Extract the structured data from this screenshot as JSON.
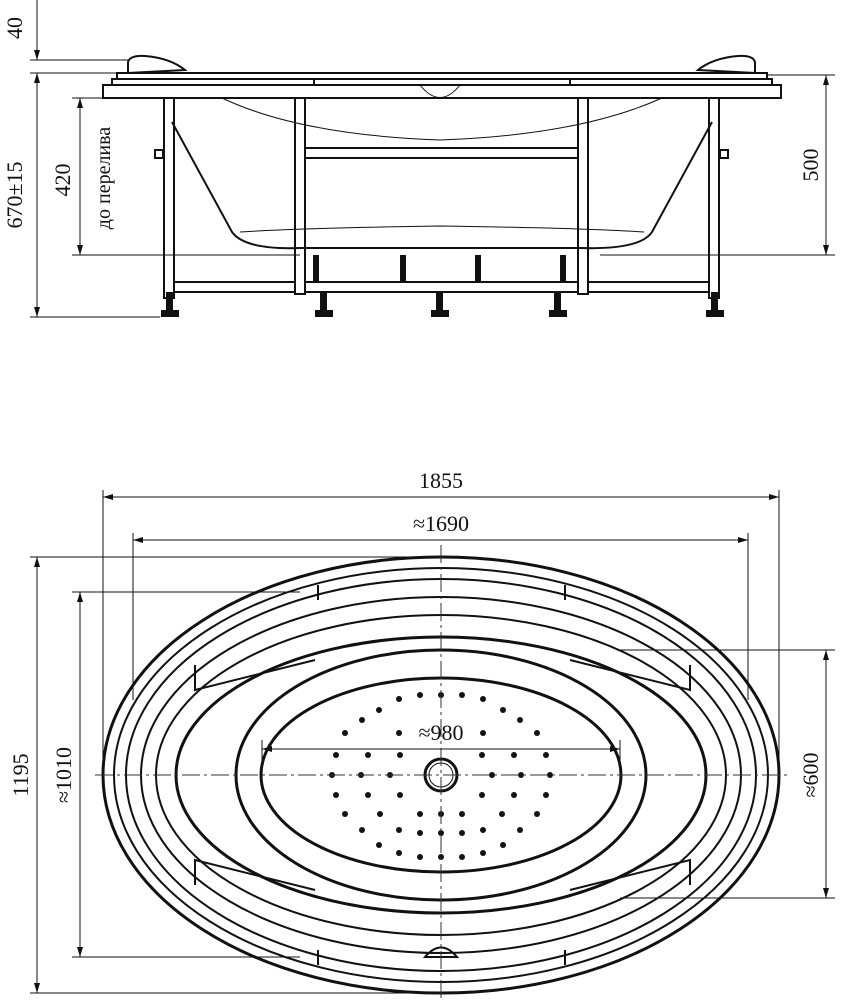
{
  "side_view": {
    "dim_rim_height": "40",
    "dim_total_height": "670±15",
    "dim_overflow_height": "420",
    "overflow_note": "до перелива",
    "dim_frame_height": "500"
  },
  "top_view": {
    "dim_overall_length": "1855",
    "dim_inner_length": "≈1690",
    "dim_overall_width": "1195",
    "dim_inner_width": "≈1010",
    "dim_basin_width": "≈600",
    "dim_basin_length": "≈980"
  },
  "colors": {
    "line": "#111111",
    "background": "#ffffff"
  }
}
